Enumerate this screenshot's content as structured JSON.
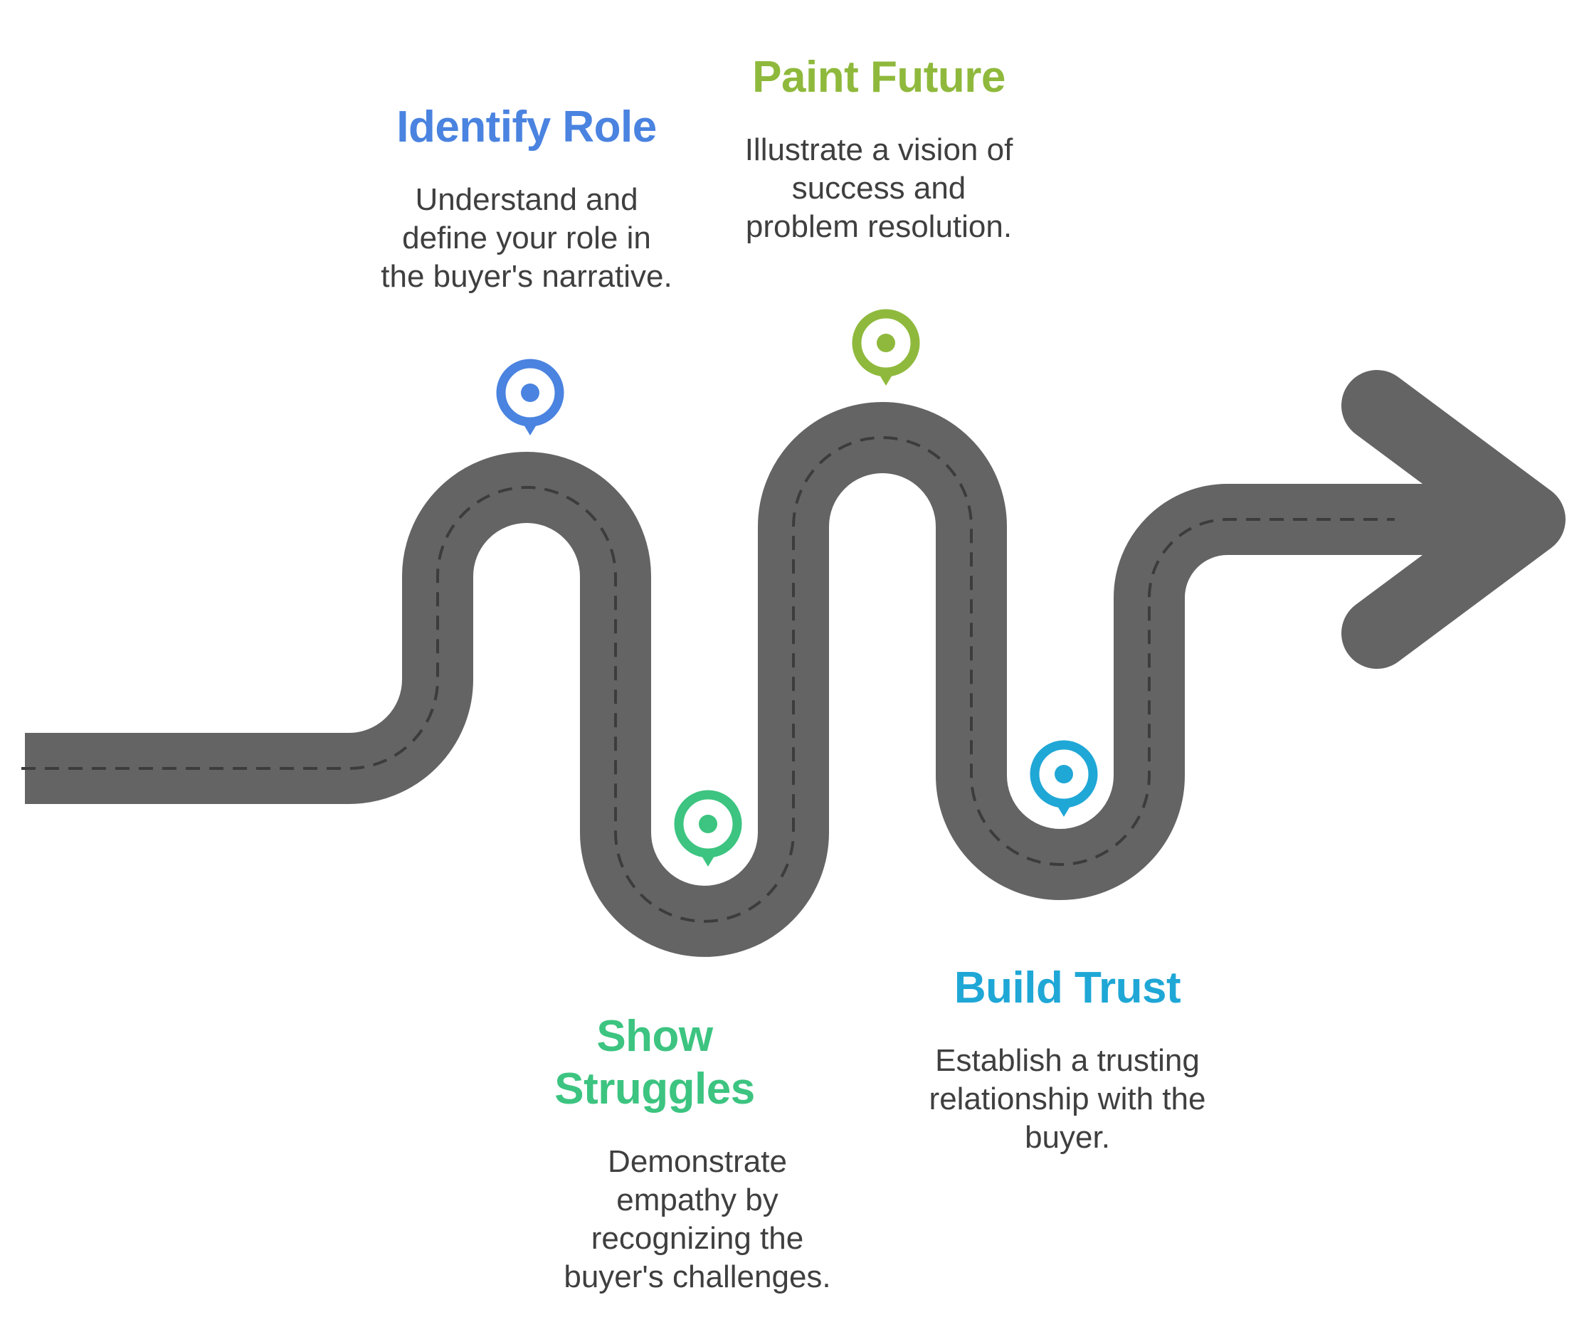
{
  "colors": {
    "road": "#646464",
    "center_line": "#3c3c3c",
    "background": "#ffffff"
  },
  "steps": [
    {
      "key": "role",
      "title": "Identify Role",
      "color": "#4a83e0",
      "desc": [
        "Understand and",
        "define your role in",
        "the buyer's narrative."
      ],
      "icon": "map-pin-icon"
    },
    {
      "key": "struggles",
      "title_lines": [
        "Show",
        "Struggles"
      ],
      "color": "#3cc480",
      "desc": [
        "Demonstrate",
        "empathy by",
        "recognizing the",
        "buyer's challenges."
      ],
      "icon": "map-pin-icon"
    },
    {
      "key": "future",
      "title": "Paint Future",
      "color": "#8fb93c",
      "desc": [
        "Illustrate a vision of",
        "success and",
        "problem resolution."
      ],
      "icon": "map-pin-icon"
    },
    {
      "key": "trust",
      "title": "Build Trust",
      "color": "#1fa7d6",
      "desc": [
        "Establish a trusting",
        "relationship with the",
        "buyer."
      ],
      "icon": "map-pin-icon"
    }
  ]
}
